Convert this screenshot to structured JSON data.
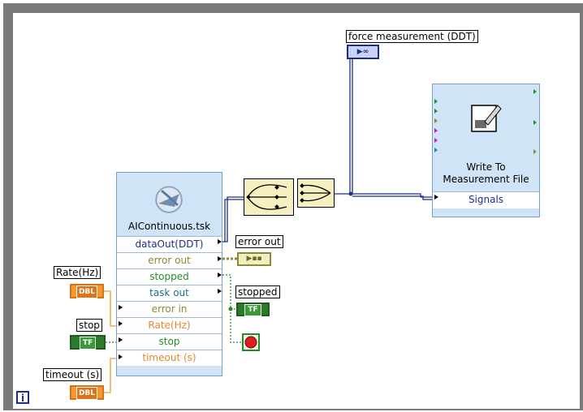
{
  "labels": {
    "force_measurement": "force measurement (DDT)",
    "error_out": "error out",
    "stopped": "stopped",
    "rate": "Rate(Hz)",
    "stop": "stop",
    "timeout": "timeout (s)"
  },
  "terminals": {
    "dbl": "DBL",
    "tf": "TF",
    "ddt_glyph": "▶∞",
    "error_glyph": "▶▪▪"
  },
  "task_node": {
    "title": "AIContinuous.tsk",
    "rows": [
      {
        "label": "dataOut(DDT)",
        "color": "#1c2e8c"
      },
      {
        "label": "error out",
        "color": "#8a8a35"
      },
      {
        "label": "stopped",
        "color": "#2a8a2a"
      },
      {
        "label": "task out",
        "color": "#1a6e8a"
      },
      {
        "label": "error in",
        "color": "#8a8a35"
      },
      {
        "label": "Rate(Hz)",
        "color": "#e8862a"
      },
      {
        "label": "stop",
        "color": "#2a8a2a"
      },
      {
        "label": "timeout (s)",
        "color": "#e8862a"
      }
    ]
  },
  "write_file": {
    "title_line1": "Write To",
    "title_line2": "Measurement File",
    "signals": "Signals"
  },
  "loop_iteration": "i",
  "colors": {
    "ddt_wire": "#1c2e8c",
    "dbl_wire": "#f29a2e",
    "bool_wire": "#2a8a2a",
    "error_wire": "#8a8a35",
    "frame": "#7a7a7a"
  }
}
